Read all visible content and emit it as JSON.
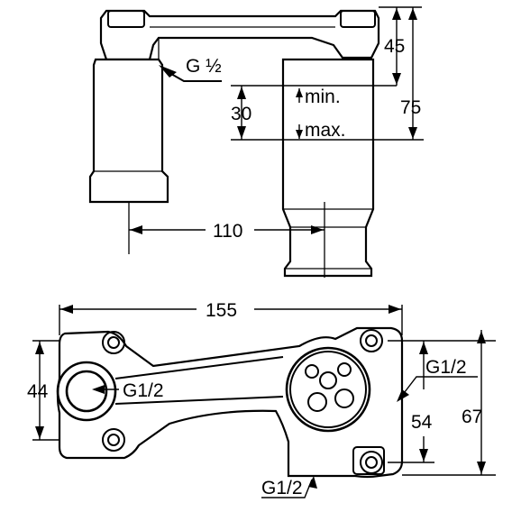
{
  "top_view": {
    "g_half_label": "G ½",
    "min_label": "min.",
    "max_label": "max.",
    "dim_30": "30",
    "dim_45": "45",
    "dim_75": "75",
    "dim_110": "110"
  },
  "bottom_view": {
    "dim_155": "155",
    "dim_44": "44",
    "dim_54": "54",
    "dim_67": "67",
    "g12_left": "G1/2",
    "g12_right": "G1/2",
    "g12_bottom": "G1/2"
  }
}
